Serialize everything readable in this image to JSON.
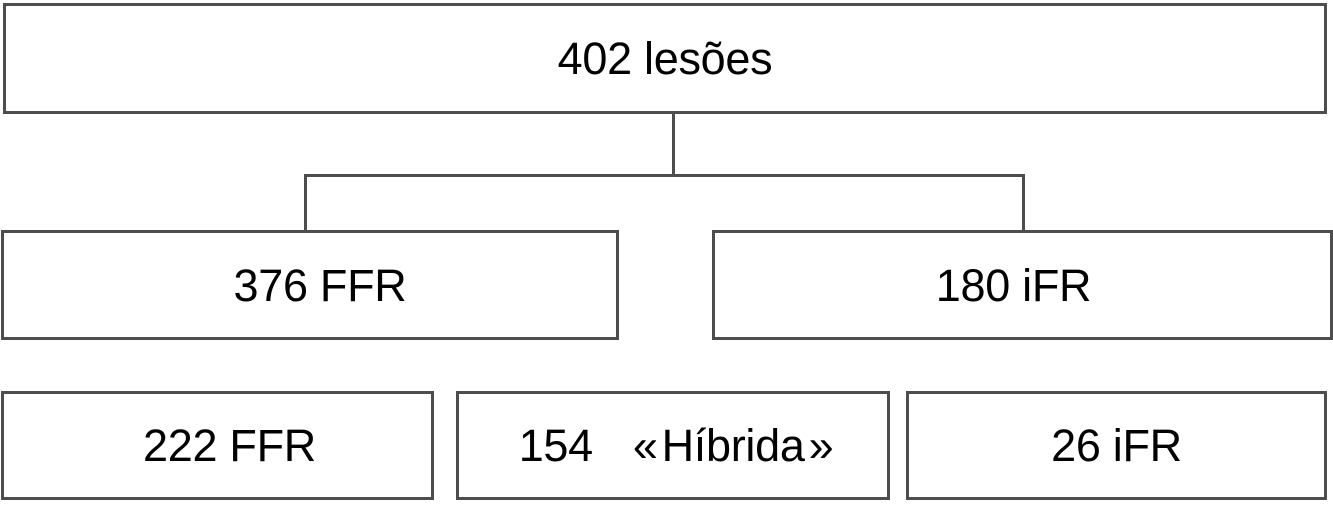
{
  "diagram": {
    "title": "Fluxograma de lesoes",
    "border_color": "#4d4d4d",
    "text_color": "#000000",
    "background_color": "#ffffff",
    "levels": [
      {
        "name": "root",
        "nodes": [
          {
            "id": "root",
            "label": "402 lesões",
            "count": 402,
            "unit": "lesões"
          }
        ]
      },
      {
        "name": "modality",
        "nodes": [
          {
            "id": "ffr376",
            "label": "376 FFR",
            "count": 376,
            "unit": "FFR"
          },
          {
            "id": "ifr180",
            "label": "180 iFR",
            "count": 180,
            "unit": "iFR"
          }
        ]
      },
      {
        "name": "strategy",
        "nodes": [
          {
            "id": "ffr222",
            "label": "222 FFR",
            "count": 222,
            "unit": "FFR"
          },
          {
            "id": "hibrida",
            "label": "154  «Híbrida »",
            "count": 154,
            "count_text": "154",
            "quote_open": "«",
            "unit": "Híbrida",
            "quote_close": "»"
          },
          {
            "id": "ifr26",
            "label": "26 iFR",
            "count": 26,
            "unit": "iFR"
          }
        ]
      }
    ],
    "connectors": [
      {
        "id": "stem",
        "from": "root",
        "to": "split-bar",
        "orientation": "vertical"
      },
      {
        "id": "bar",
        "from": "split-bar",
        "to": "split-bar",
        "orientation": "horizontal"
      },
      {
        "id": "leg-left",
        "from": "split-bar",
        "to": "ffr376",
        "orientation": "vertical"
      },
      {
        "id": "leg-right",
        "from": "split-bar",
        "to": "ifr180",
        "orientation": "vertical"
      }
    ]
  }
}
